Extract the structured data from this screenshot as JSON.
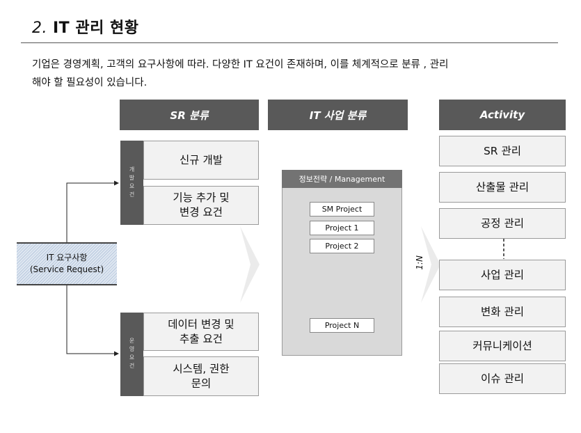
{
  "title": {
    "number": "2.",
    "text": "IT 관리 현황"
  },
  "intro": {
    "line1": "기업은 경영계획,  고객의 요구사항에 따라. 다양한 IT 요건이 존재하며, 이를 체계적으로 분류 , 관리",
    "line2": "해야 할  필요성이 있습니다."
  },
  "headers": {
    "sr": "SR 분류",
    "it": "IT 사업 분류",
    "activity": "Activity"
  },
  "source": {
    "line1": "IT 요구사항",
    "line2": "(Service Request)"
  },
  "dev_group": {
    "tab": "개발요건",
    "items": [
      {
        "line1": "신규 개발",
        "line2": ""
      },
      {
        "line1": "기능 추가 및",
        "line2": "변경 요건"
      }
    ]
  },
  "ops_group": {
    "tab": "운영요건",
    "items": [
      {
        "line1": "데이터 변경 및",
        "line2": "추출 요건"
      },
      {
        "line1": "시스템, 권한",
        "line2": "문의"
      }
    ]
  },
  "management_panel": {
    "title": "정보전략 / Management",
    "projects": [
      "SM Project",
      "Project 1",
      "Project 2"
    ],
    "last_project": "Project N"
  },
  "ratio": "1:N",
  "activities": [
    "SR 관리",
    "산출물 관리",
    "공정 관리",
    "사업 관리",
    "변화 관리",
    "커뮤니케이션",
    "이슈 관리"
  ]
}
